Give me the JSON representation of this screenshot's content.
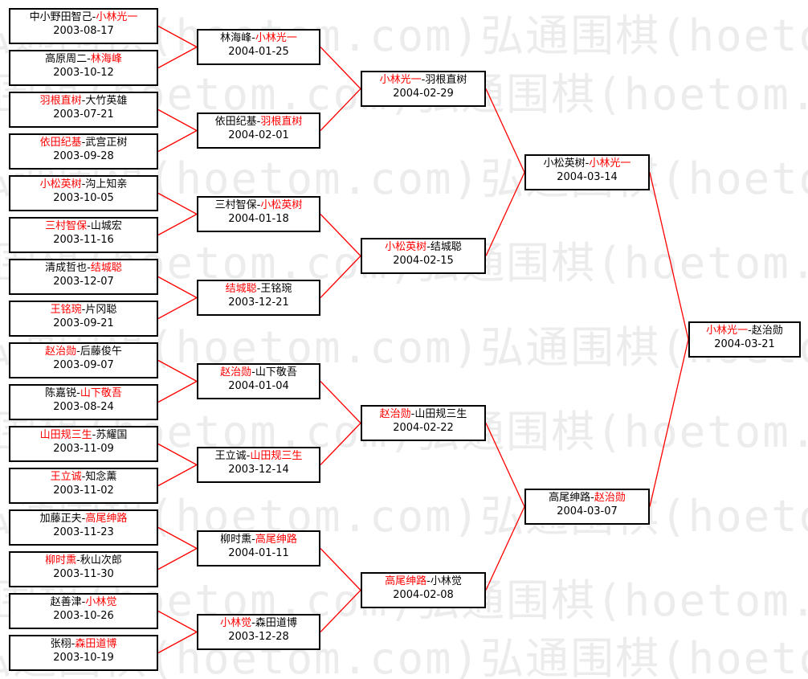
{
  "watermark": "弘通围棋(hoetom.com)",
  "colors": {
    "winner": "#ff0000",
    "loser": "#000000",
    "line": "#ff0000"
  },
  "rounds": [
    [
      {
        "p1": "中小野田智己",
        "p2": "小林光一",
        "winner": 2,
        "date": "2003-08-17"
      },
      {
        "p1": "高原周二",
        "p2": "林海峰",
        "winner": 2,
        "date": "2003-10-12"
      },
      {
        "p1": "羽根直树",
        "p2": "大竹英雄",
        "winner": 1,
        "date": "2003-07-21"
      },
      {
        "p1": "依田纪基",
        "p2": "武宫正树",
        "winner": 1,
        "date": "2003-09-28"
      },
      {
        "p1": "小松英树",
        "p2": "沟上知亲",
        "winner": 1,
        "date": "2003-10-05"
      },
      {
        "p1": "三村智保",
        "p2": "山城宏",
        "winner": 1,
        "date": "2003-11-16"
      },
      {
        "p1": "清成哲也",
        "p2": "结城聪",
        "winner": 2,
        "date": "2003-12-07"
      },
      {
        "p1": "王铭琬",
        "p2": "片冈聪",
        "winner": 1,
        "date": "2003-09-21"
      },
      {
        "p1": "赵治勋",
        "p2": "后藤俊午",
        "winner": 1,
        "date": "2003-09-07"
      },
      {
        "p1": "陈嘉锐",
        "p2": "山下敬吾",
        "winner": 2,
        "date": "2003-08-24"
      },
      {
        "p1": "山田规三生",
        "p2": "苏耀国",
        "winner": 1,
        "date": "2003-11-09"
      },
      {
        "p1": "王立诚",
        "p2": "知念薰",
        "winner": 1,
        "date": "2003-11-02"
      },
      {
        "p1": "加藤正夫",
        "p2": "高尾绅路",
        "winner": 2,
        "date": "2003-11-23"
      },
      {
        "p1": "柳时熏",
        "p2": "秋山次郎",
        "winner": 1,
        "date": "2003-11-30"
      },
      {
        "p1": "赵善津",
        "p2": "小林觉",
        "winner": 2,
        "date": "2003-10-26"
      },
      {
        "p1": "张栩",
        "p2": "森田道博",
        "winner": 2,
        "date": "2003-10-19"
      }
    ],
    [
      {
        "p1": "林海峰",
        "p2": "小林光一",
        "winner": 2,
        "date": "2004-01-25"
      },
      {
        "p1": "依田纪基",
        "p2": "羽根直树",
        "winner": 2,
        "date": "2004-02-01"
      },
      {
        "p1": "三村智保",
        "p2": "小松英树",
        "winner": 2,
        "date": "2004-01-18"
      },
      {
        "p1": "结城聪",
        "p2": "王铭琬",
        "winner": 1,
        "date": "2003-12-21"
      },
      {
        "p1": "赵治勋",
        "p2": "山下敬吾",
        "winner": 1,
        "date": "2004-01-04"
      },
      {
        "p1": "王立诚",
        "p2": "山田规三生",
        "winner": 2,
        "date": "2003-12-14"
      },
      {
        "p1": "柳时熏",
        "p2": "高尾绅路",
        "winner": 2,
        "date": "2004-01-11"
      },
      {
        "p1": "小林觉",
        "p2": "森田道博",
        "winner": 1,
        "date": "2003-12-28"
      }
    ],
    [
      {
        "p1": "小林光一",
        "p2": "羽根直树",
        "winner": 1,
        "date": "2004-02-29"
      },
      {
        "p1": "小松英树",
        "p2": "结城聪",
        "winner": 1,
        "date": "2004-02-15"
      },
      {
        "p1": "赵治勋",
        "p2": "山田规三生",
        "winner": 1,
        "date": "2004-02-22"
      },
      {
        "p1": "高尾绅路",
        "p2": "小林觉",
        "winner": 1,
        "date": "2004-02-08"
      }
    ],
    [
      {
        "p1": "小松英树",
        "p2": "小林光一",
        "winner": 2,
        "date": "2004-03-14"
      },
      {
        "p1": "高尾绅路",
        "p2": "赵治勋",
        "winner": 2,
        "date": "2004-03-07"
      }
    ],
    [
      {
        "p1": "小林光一",
        "p2": "赵治勋",
        "winner": 1,
        "date": "2004-03-21"
      }
    ]
  ]
}
